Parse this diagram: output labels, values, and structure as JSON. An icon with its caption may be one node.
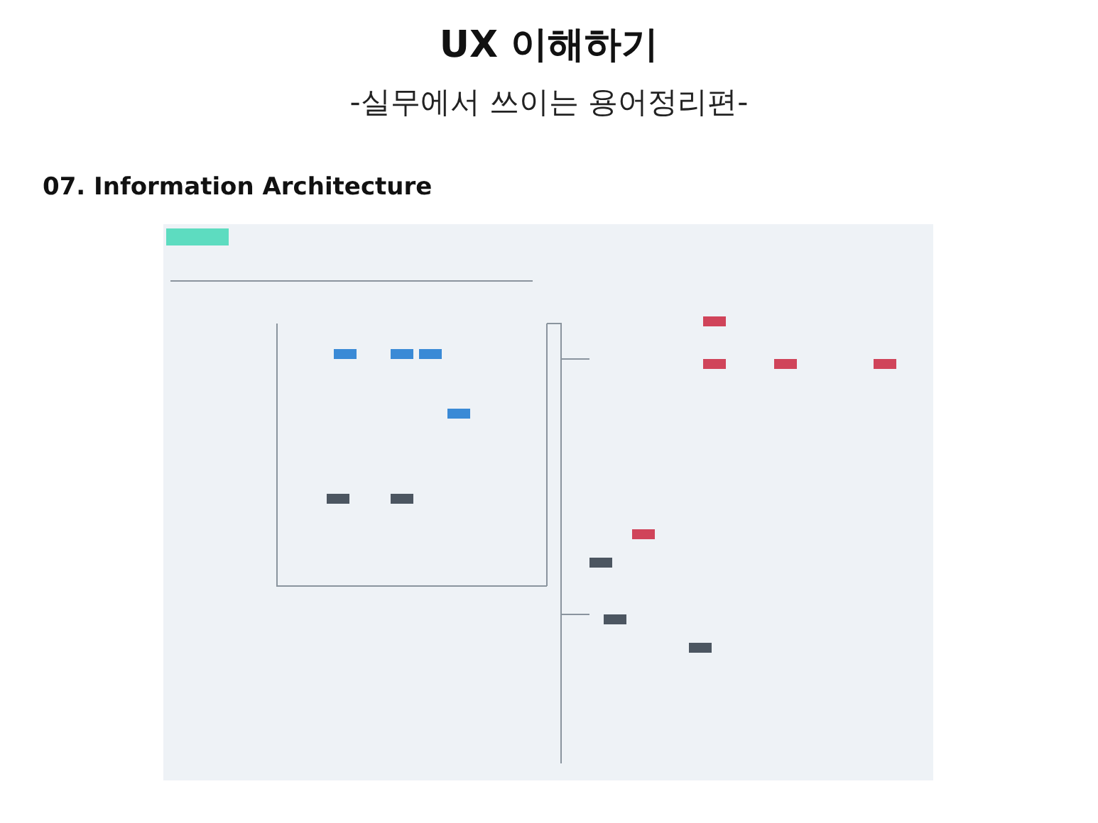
{
  "diagram": {
    "title": "UX 이해하기",
    "labels": [
      "-실무에서 쓰이는 용어정리편-",
      "07. Information Architecture"
    ]
  }
}
